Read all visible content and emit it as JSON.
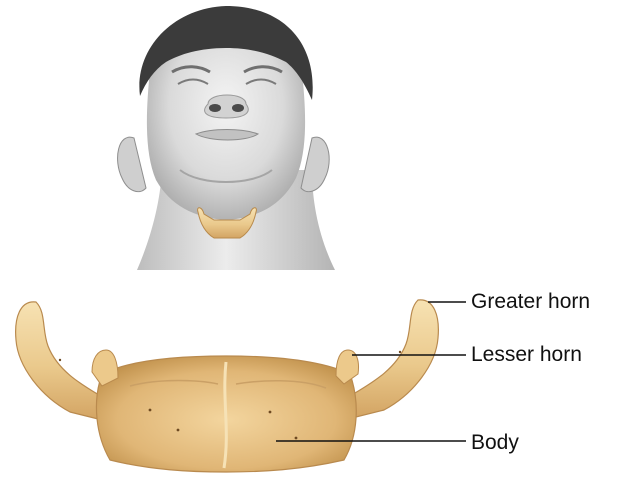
{
  "labels": {
    "greater_horn": "Greater horn",
    "lesser_horn": "Lesser horn",
    "body": "Body"
  },
  "colors": {
    "bone_light": "#f6dfae",
    "bone_mid": "#e2b774",
    "bone_dark": "#b98a4e",
    "skin_light": "#e9e9e9",
    "skin_shadow": "#a9a9a9",
    "hair": "#3a3a3a",
    "leader_line": "#111111"
  },
  "icons": {
    "head": "head-illustration",
    "hyoid": "hyoid-bone-illustration"
  }
}
